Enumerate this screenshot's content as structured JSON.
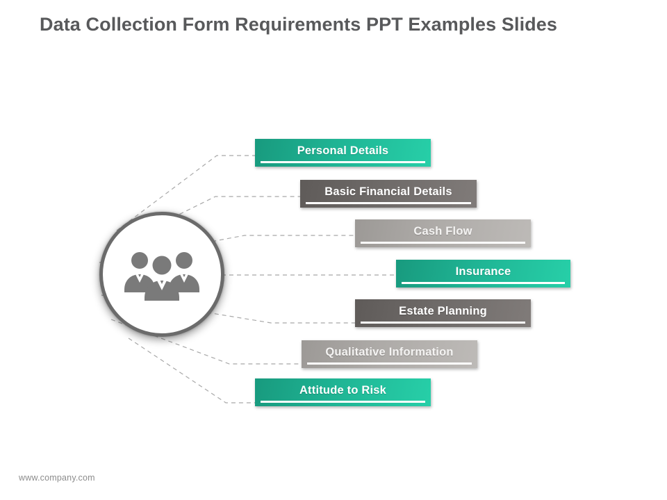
{
  "slide": {
    "title": "Data Collection Form Requirements PPT Examples Slides",
    "footer_url": "www.company.com",
    "background_color": "#FFFFFF",
    "title_color": "#58595B"
  },
  "hub": {
    "icon": "team-people-icon",
    "icon_color": "#7A7A7A",
    "ring_color": "#6B6B6B",
    "fill_color": "#FFFFFF"
  },
  "colors": {
    "teal_dark": "#189A7E",
    "teal_light": "#27CFA8",
    "gray_dark": "#5F5B59",
    "gray_dark_light": "#807B79",
    "gray_light": "#9C9996",
    "gray_light_light": "#BDBAB7",
    "underline": "#FFFFFF",
    "connector": "#A8A8A8"
  },
  "bars": [
    {
      "label": "Personal Details",
      "style": "teal",
      "color": "#189A7E"
    },
    {
      "label": "Basic Financial Details",
      "style": "darkgray",
      "color": "#6E6A68"
    },
    {
      "label": "Cash Flow",
      "style": "lightgray",
      "color": "#AEABA8"
    },
    {
      "label": "Insurance",
      "style": "teal",
      "color": "#189A7E"
    },
    {
      "label": "Estate Planning",
      "style": "darkgray",
      "color": "#6E6A68"
    },
    {
      "label": "Qualitative Information",
      "style": "lightgray",
      "color": "#AEABA8"
    },
    {
      "label": "Attitude to Risk",
      "style": "teal",
      "color": "#189A7E"
    }
  ]
}
